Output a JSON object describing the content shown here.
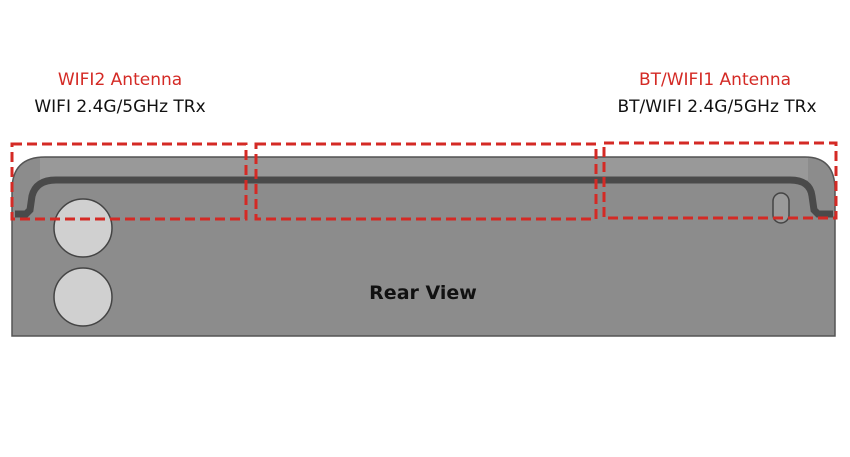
{
  "labels": {
    "left_title": "WIFI2 Antenna",
    "left_sub": "WIFI  2.4G/5GHz TRx",
    "right_title": "BT/WIFI1 Antenna",
    "right_sub": "BT/WIFI  2.4G/5GHz TRx",
    "center": "Rear View"
  },
  "colors": {
    "highlight": "#d42a25",
    "body": "#8c8c8c",
    "band": "#5a5a5a"
  }
}
